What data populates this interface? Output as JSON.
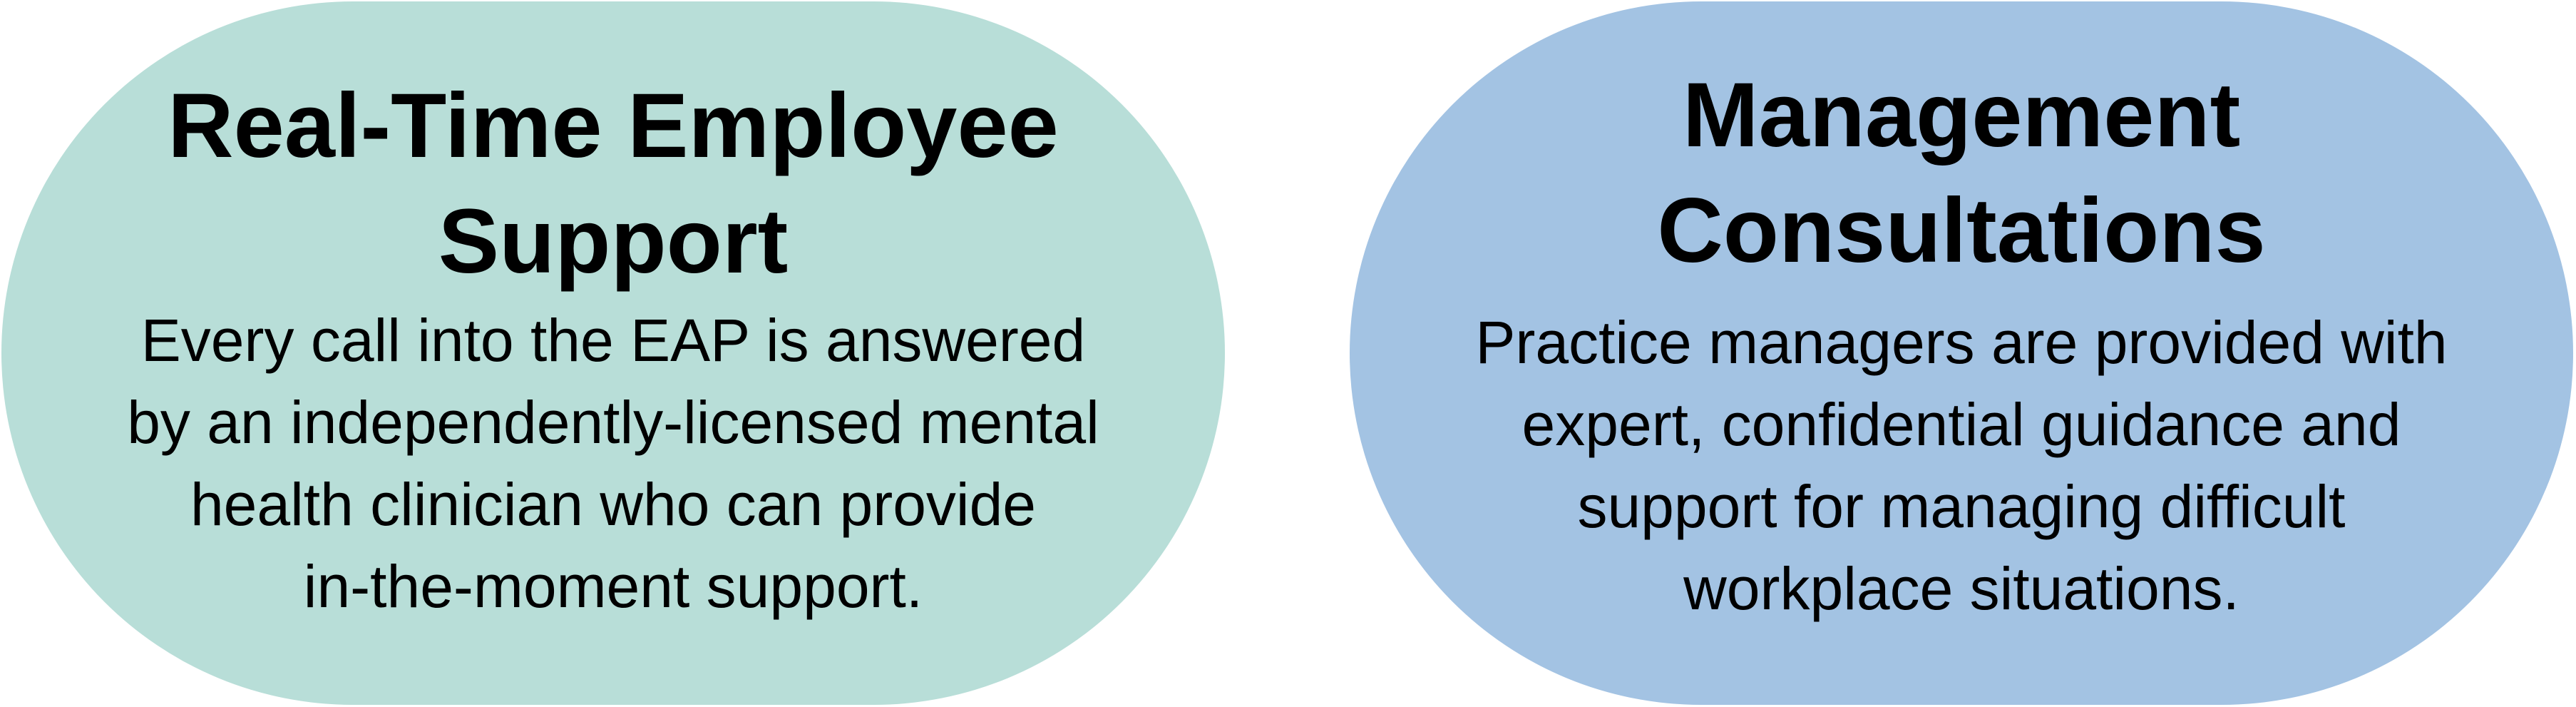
{
  "colors": {
    "left_pill": "#b8ded8",
    "right_pill": "#a3c3e3",
    "text": "#000000"
  },
  "pills": [
    {
      "title": "Real-Time Employee\nSupport",
      "body": "Every call into the EAP is answered\nby an independently-licensed mental\nhealth clinician who can provide\nin-the-moment support."
    },
    {
      "title": "Management\nConsultations",
      "body": "Practice managers are provided with\nexpert, confidential guidance and\nsupport for managing difficult\nworkplace situations."
    }
  ]
}
